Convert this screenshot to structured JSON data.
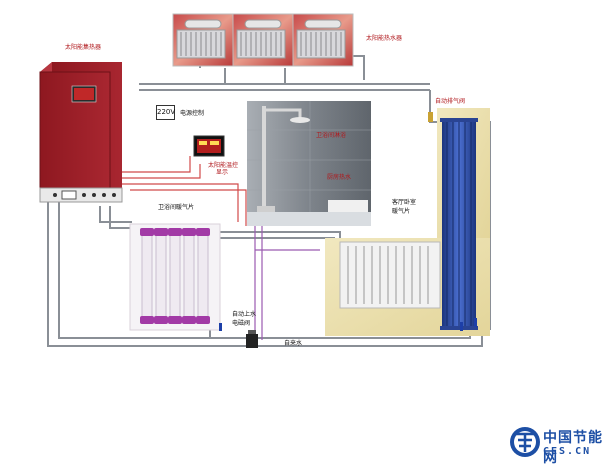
{
  "labels": {
    "solar_collector": "太阳能集热器",
    "solar_water_tank": "太阳能热水器",
    "voltage_220": "220V",
    "power_control": "电源控制",
    "solar_temp_display": "太阳能温控",
    "display_line2": "显示",
    "bathroom_shower": "卫浴间淋浴",
    "kitchen_hot_water": "厨房热水",
    "bathroom_radiator": "卫浴间暖气片",
    "bedroom_radiator_line1": "客厅卧室",
    "bedroom_radiator_line2": "暖气片",
    "auto_vent_valve": "自动排气阀",
    "auto_fill_line1": "自动上水",
    "auto_fill_line2": "电磁阀",
    "tap_water": "自来水"
  },
  "logo": {
    "cn": "中国节能网",
    "en": "CES.CN"
  },
  "colors": {
    "boiler_red": "#9b1b22",
    "pipe_grey": "#8a8f96",
    "pipe_red": "#d14a4a",
    "pipe_purple": "#9b5bb0",
    "room_panel_yellow": "#ece2b0",
    "bathroom_grey": "#7f858c",
    "blue_radiator": "#2f4fa8",
    "logo_blue": "#1d4fa5"
  },
  "icons": [
    "solar-panel-icon",
    "boiler-icon",
    "thermostat-display-icon",
    "shower-icon",
    "radiator-icon",
    "valve-icon",
    "logo-emblem-icon"
  ]
}
